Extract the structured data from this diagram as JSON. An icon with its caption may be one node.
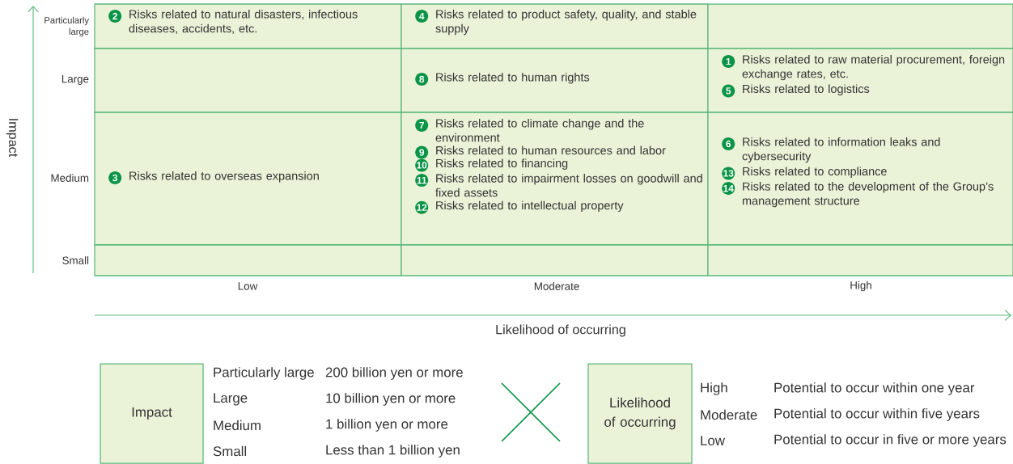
{
  "diagram": {
    "nodes": [
      {
        "text": [
          "Risks related to natural disasters, infectious diseases, accidents, etc."
        ]
      },
      {
        "text": [
          "Risks related to product safety, quality, and stable supply"
        ]
      },
      {
        "text": [],
        "shape": "box"
      },
      {
        "text": [],
        "shape": "box"
      },
      {
        "text": [
          "Risks related to human rights"
        ]
      },
      {
        "text": [
          "Risks related to raw material procurement, foreign exchange rates, etc.",
          "Risks related to logistics"
        ]
      },
      {
        "text": [
          "Risks related to overseas expansion"
        ]
      },
      {
        "text": [
          "Risks related to climate change and the environment",
          "Risks related to human resources and labor",
          "Risks related to financing",
          "Risks related to impairment losses on goodwill and fixed assets",
          "Risks related to intellectual property"
        ]
      },
      {
        "text": [
          "Risks related to information leaks and cybersecurity",
          "Risks related to compliance",
          "Risks related to the development of the Group’s management structure"
        ]
      },
      {
        "text": [],
        "shape": "box"
      },
      {
        "text": [],
        "shape": "box"
      },
      {
        "text": [],
        "shape": "box"
      },
      {
        "text": [
          "2"
        ],
        "in": 0
      },
      {
        "text": [
          "4"
        ],
        "in": 1
      },
      {
        "text": [
          "8"
        ],
        "in": 4
      },
      {
        "text": [
          "1"
        ],
        "in": 5
      },
      {
        "text": [
          "5"
        ],
        "in": 5
      },
      {
        "text": [
          "3"
        ],
        "in": 6
      },
      {
        "text": [
          "7"
        ],
        "in": 7
      },
      {
        "text": [
          "9"
        ],
        "in": 7
      },
      {
        "text": [
          "10"
        ],
        "in": 7
      },
      {
        "text": [
          "11"
        ],
        "in": 7
      },
      {
        "text": [
          "12"
        ],
        "in": 7
      },
      {
        "text": [
          "6"
        ],
        "in": 8
      },
      {
        "text": [
          "13"
        ],
        "in": 8
      },
      {
        "text": [
          "14"
        ],
        "in": 8
      },
      {
        "text": [
          "Impact"
        ]
      },
      {
        "text": [
          "Likelihood of occurring"
        ]
      }
    ],
    "labels": [
      "Particularly large",
      "Large",
      "Medium",
      "Small",
      "Low",
      "Moderate",
      "High",
      "Impact",
      "Likelihood of occurring",
      "Particularly large",
      "200 billion yen or more",
      "Large",
      "10 billion yen or more",
      "Medium",
      "1 billion yen or more",
      "Small",
      "Less than 1 billion yen",
      "High",
      "Potential to occur within one year",
      "Moderate",
      "Potential to occur within five years",
      "Low",
      "Potential to occur in five or more years"
    ]
  }
}
